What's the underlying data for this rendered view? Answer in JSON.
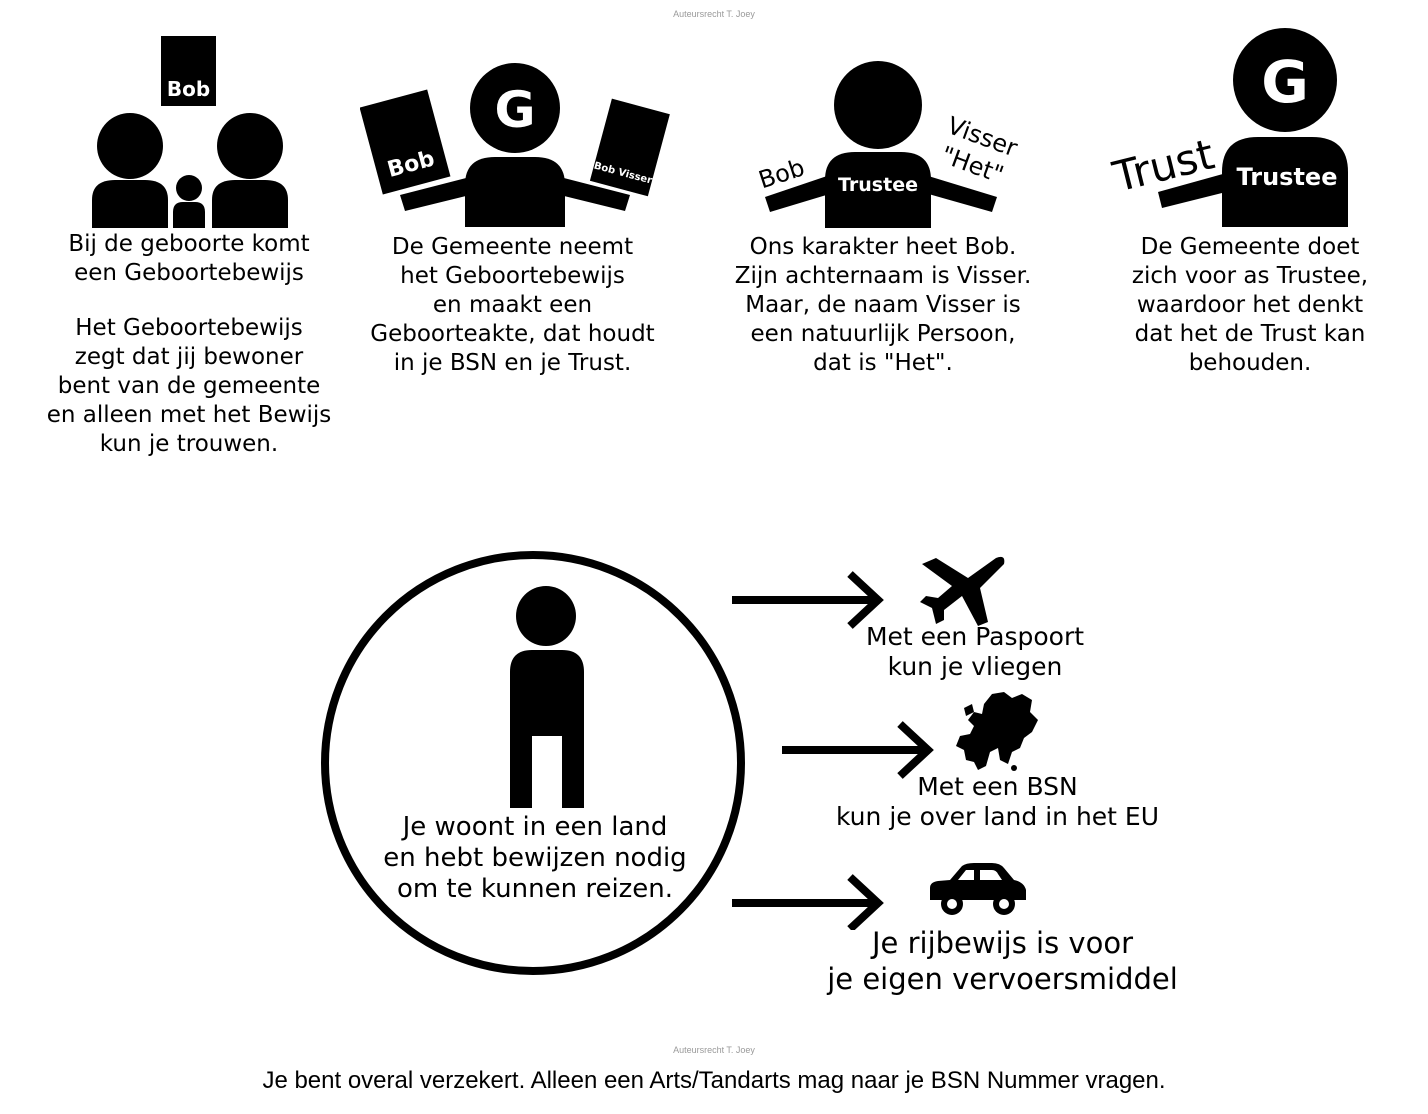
{
  "copyright": "Auteursrecht T. Joey",
  "panels": [
    {
      "card_label": "Bob",
      "text_1": [
        "Bij de geboorte komt",
        "een Geboortebewijs"
      ],
      "text_2": [
        "Het Geboortebewijs",
        "zegt dat jij bewoner",
        "bent van de gemeente",
        "en alleen met het Bewijs",
        "kun je trouwen."
      ]
    },
    {
      "head_letter": "G",
      "card_left": "Bob",
      "card_right": "Bob Visser",
      "text": [
        "De Gemeente neemt",
        "het Geboortebewijs",
        "en maakt een",
        "Geboorteakte, dat houdt",
        "in je BSN en je Trust."
      ]
    },
    {
      "arm_left": "Bob",
      "arm_right": [
        "Visser",
        "\"Het\""
      ],
      "body_label": "Trustee",
      "text": [
        "Ons karakter heet Bob.",
        "Zijn achternaam is Visser.",
        "Maar, de naam Visser is",
        "een natuurlijk Persoon,",
        "dat is \"Het\"."
      ]
    },
    {
      "head_letter": "G",
      "arm_label": "Trust",
      "body_label": "Trustee",
      "text": [
        "De Gemeente doet",
        "zich voor as Trustee,",
        "waardoor het denkt",
        "dat het de Trust kan",
        "behouden."
      ]
    }
  ],
  "circle_text": [
    "Je woont in een land",
    "en hebt bewijzen nodig",
    "om te kunnen reizen."
  ],
  "items": [
    {
      "icon": "airplane-icon",
      "lines": [
        "Met een Paspoort",
        "kun je vliegen"
      ]
    },
    {
      "icon": "europe-map-icon",
      "lines": [
        "Met een BSN",
        "kun je over land in het EU"
      ]
    },
    {
      "icon": "car-icon",
      "lines": [
        "Je rijbewijs is voor",
        "je eigen vervoersmiddel"
      ]
    }
  ],
  "footer": "Je bent overal verzekert. Alleen een Arts/Tandarts mag naar je BSN Nummer vragen."
}
